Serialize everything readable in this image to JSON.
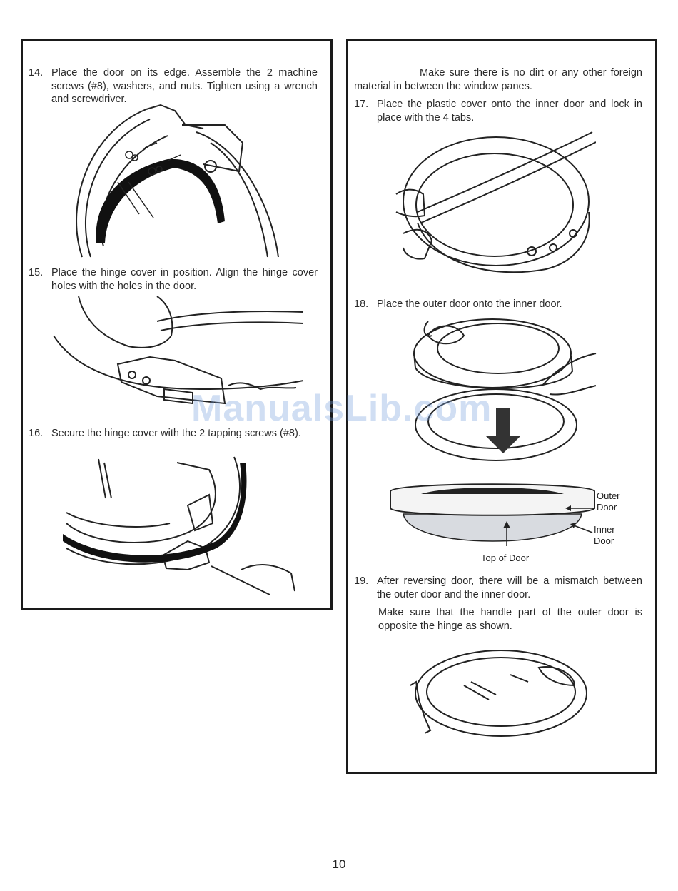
{
  "steps": {
    "s14": {
      "num": "14.",
      "text": "Place the door on its edge. Assemble the 2 machine screws (#8), washers, and nuts. Tighten using a wrench and screwdriver."
    },
    "s15": {
      "num": "15.",
      "text": "Place the hinge cover in position. Align the hinge cover holes with the holes in the door."
    },
    "s16": {
      "num": "16.",
      "text": "Secure the hinge cover with the 2 tapping screws (#8)."
    },
    "note_top": "Make sure there is no dirt or any other foreign material in between the window panes.",
    "s17": {
      "num": "17.",
      "text": "Place the plastic cover onto the inner door and lock in place with the 4 tabs."
    },
    "s18": {
      "num": "18.",
      "text": "Place the outer door onto the inner door."
    },
    "s19": {
      "num": "19.",
      "text": "After reversing door, there will be a mismatch between the outer door and the inner door."
    },
    "s19_note": "Make sure that the handle part of the outer door is opposite the hinge as shown."
  },
  "labels": {
    "outer_door": "Outer\nDoor",
    "inner_door": "Inner\nDoor",
    "top_of_door": "Top of Door"
  },
  "watermark": "ManualsLib.com",
  "page_number": "10"
}
